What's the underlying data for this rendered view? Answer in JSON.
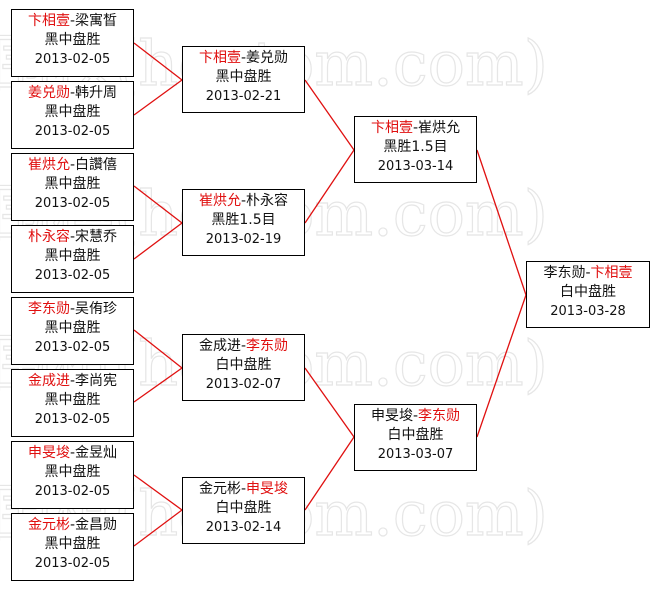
{
  "watermark": "围棋(hoetom.com)",
  "colors": {
    "winner": "#e01010",
    "line": "#e01010",
    "border": "#000000"
  },
  "round1": [
    {
      "p1": "卞相壹",
      "sep": "-",
      "p2": "梁寓晳",
      "result": "黑中盘胜",
      "date": "2013-02-05",
      "winner": "p1"
    },
    {
      "p1": "姜兑勋",
      "sep": "-",
      "p2": "韩升周",
      "result": "黑中盘胜",
      "date": "2013-02-05",
      "winner": "p1"
    },
    {
      "p1": "崔烘允",
      "sep": "-",
      "p2": "白讚僖",
      "result": "黑中盘胜",
      "date": "2013-02-05",
      "winner": "p1"
    },
    {
      "p1": "朴永容",
      "sep": "-",
      "p2": "宋慧乔",
      "result": "黑中盘胜",
      "date": "2013-02-05",
      "winner": "p1"
    },
    {
      "p1": "李东勋",
      "sep": "-",
      "p2": "吴侑珍",
      "result": "黑中盘胜",
      "date": "2013-02-05",
      "winner": "p1"
    },
    {
      "p1": "金成进",
      "sep": "-",
      "p2": "李尚宪",
      "result": "黑中盘胜",
      "date": "2013-02-05",
      "winner": "p1"
    },
    {
      "p1": "申旻埈",
      "sep": "-",
      "p2": "金昱灿",
      "result": "黑中盘胜",
      "date": "2013-02-05",
      "winner": "p1"
    },
    {
      "p1": "金元彬",
      "sep": "-",
      "p2": "金昌勋",
      "result": "黑中盘胜",
      "date": "2013-02-05",
      "winner": "p1"
    }
  ],
  "round2": [
    {
      "p1": "卞相壹",
      "sep": "-",
      "p2": "姜兑勋",
      "result": "黑中盘胜",
      "date": "2013-02-21",
      "winner": "p1"
    },
    {
      "p1": "崔烘允",
      "sep": "-",
      "p2": "朴永容",
      "result": "黑胜1.5目",
      "date": "2013-02-19",
      "winner": "p1"
    },
    {
      "p1": "金成进",
      "sep": "-",
      "p2": "李东勋",
      "result": "白中盘胜",
      "date": "2013-02-07",
      "winner": "p2"
    },
    {
      "p1": "金元彬",
      "sep": "-",
      "p2": "申旻埈",
      "result": "白中盘胜",
      "date": "2013-02-14",
      "winner": "p2"
    }
  ],
  "round3": [
    {
      "p1": "卞相壹",
      "sep": "-",
      "p2": "崔烘允",
      "result": "黑胜1.5目",
      "date": "2013-03-14",
      "winner": "p1"
    },
    {
      "p1": "申旻埈",
      "sep": "-",
      "p2": "李东勋",
      "result": "白中盘胜",
      "date": "2013-03-07",
      "winner": "p2"
    }
  ],
  "final": [
    {
      "p1": "李东勋",
      "sep": "-",
      "p2": "卞相壹",
      "result": "白中盘胜",
      "date": "2013-03-28",
      "winner": "p2"
    }
  ]
}
